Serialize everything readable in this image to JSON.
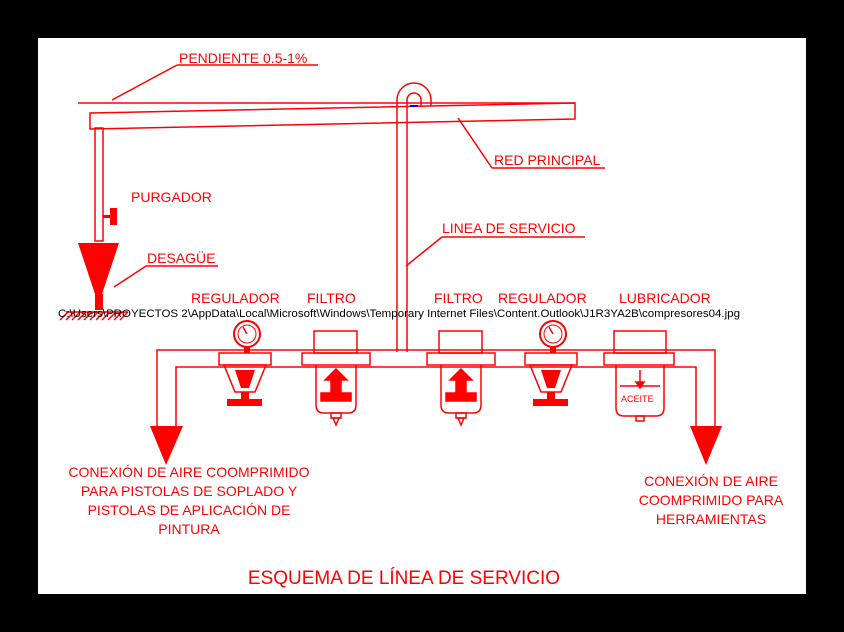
{
  "labels": {
    "slope": "PENDIENTE 0.5-1%",
    "main_network": "RED PRINCIPAL",
    "drain_valve": "PURGADOR",
    "drain": "DESAGÜE",
    "service_line": "LINEA DE SERVICIO",
    "regulator_left": "REGULADOR",
    "filter_left": "FILTRO",
    "filter_right": "FILTRO",
    "regulator_right": "REGULADOR",
    "lubricator": "LUBRICADOR",
    "oil": "ACEITE",
    "file_path": "C:\\Users\\PROYECTOS 2\\AppData\\Local\\Microsoft\\Windows\\Temporary Internet Files\\Content.Outlook\\J1R3YA2B\\compresores04.jpg",
    "left_outlet": [
      "CONEXIÓN DE AIRE COOMPRIMIDO",
      "PARA PISTOLAS DE SOPLADO Y",
      "PISTOLAS DE  APLICACIÓN DE",
      "PINTURA"
    ],
    "right_outlet": [
      "CONEXIÓN DE AIRE",
      "COOMPRIMIDO PARA",
      "HERRAMIENTAS"
    ],
    "title": "ESQUEMA DE LÍNEA DE SERVICIO"
  },
  "colors": {
    "background": "#000000",
    "sheet": "#ffffff",
    "ink": "#ff0000",
    "accent": "#0000ff"
  }
}
